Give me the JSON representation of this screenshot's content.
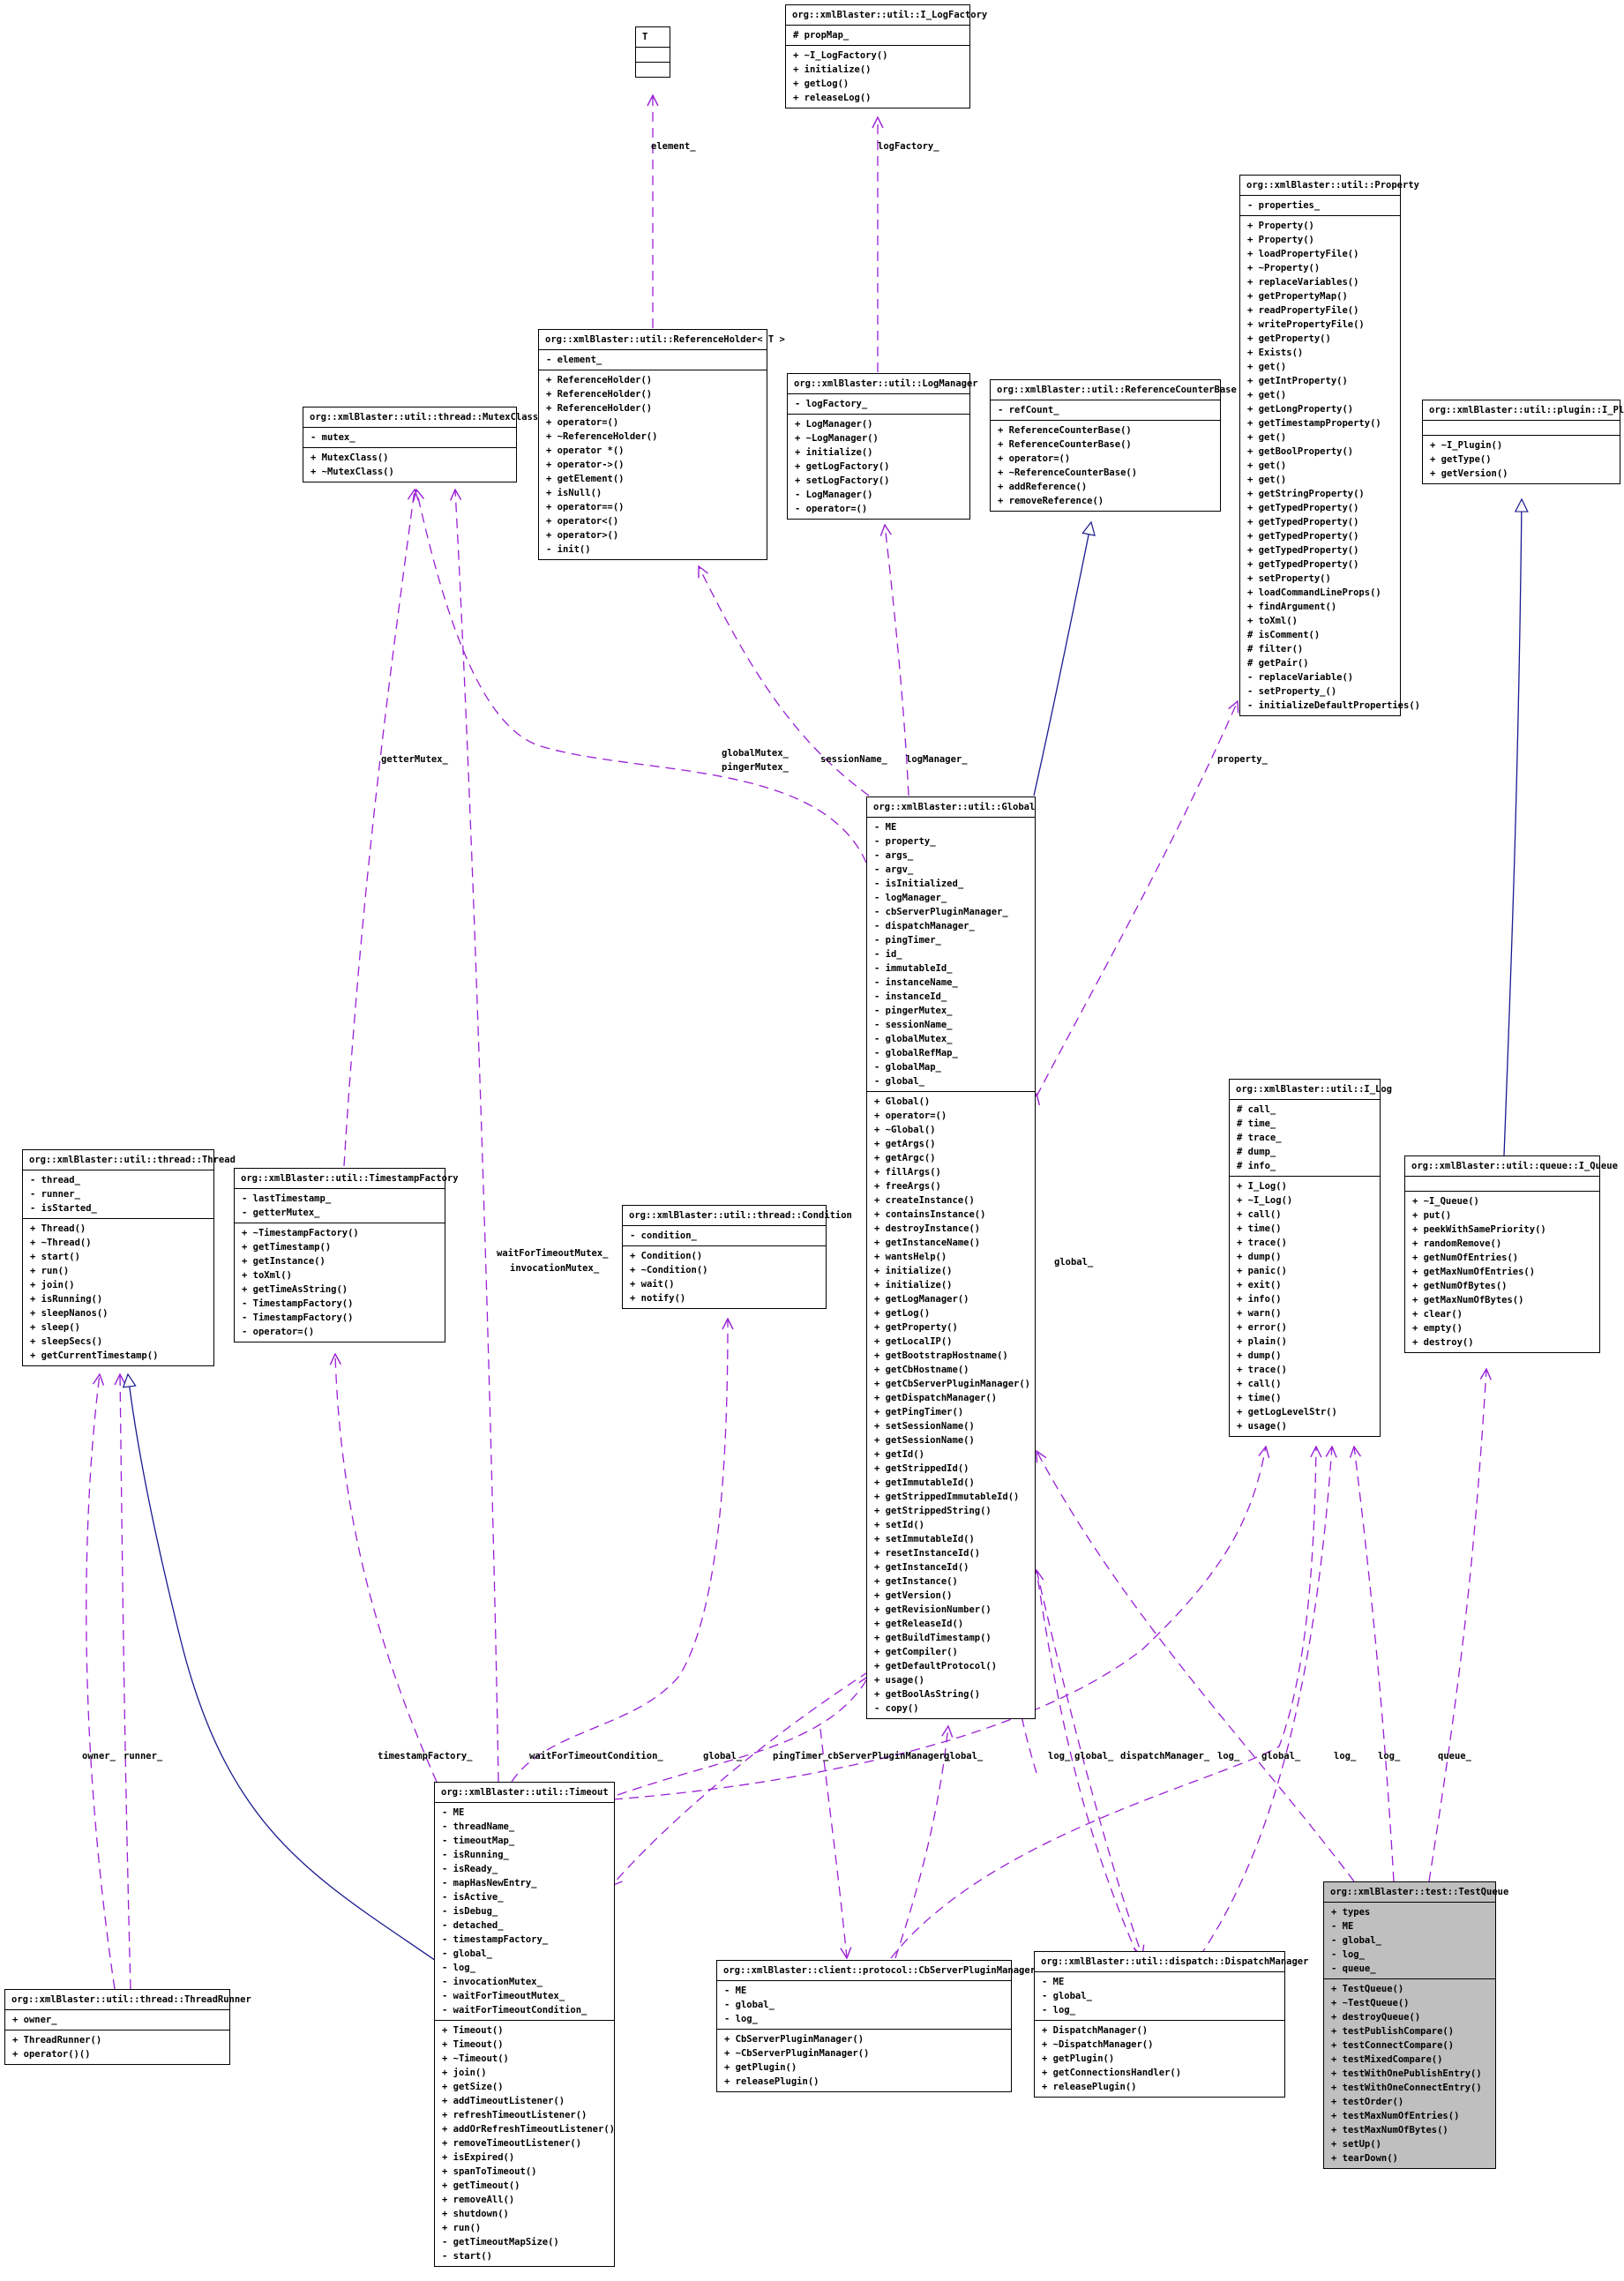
{
  "classes": [
    {
      "id": "T",
      "title": "T",
      "attrs": [],
      "methods": []
    },
    {
      "id": "ilogfactory",
      "title": "org::xmlBlaster::util::I_LogFactory",
      "attrs": [
        "# propMap_"
      ],
      "methods": [
        "+ ~I_LogFactory()",
        "+ initialize()",
        "+ getLog()",
        "+ releaseLog()"
      ]
    },
    {
      "id": "property",
      "title": "org::xmlBlaster::util::Property",
      "attrs": [
        "- properties_"
      ],
      "methods": [
        "+ Property()",
        "+ Property()",
        "+ loadPropertyFile()",
        "+ ~Property()",
        "+ replaceVariables()",
        "+ getPropertyMap()",
        "+ readPropertyFile()",
        "+ writePropertyFile()",
        "+ getProperty()",
        "+ Exists()",
        "+ get()",
        "+ getIntProperty()",
        "+ get()",
        "+ getLongProperty()",
        "+ getTimestampProperty()",
        "+ get()",
        "+ getBoolProperty()",
        "+ get()",
        "+ get()",
        "+ getStringProperty()",
        "+ getTypedProperty()",
        "+ getTypedProperty()",
        "+ getTypedProperty()",
        "+ getTypedProperty()",
        "+ getTypedProperty()",
        "+ setProperty()",
        "+ loadCommandLineProps()",
        "+ findArgument()",
        "+ toXml()",
        "# isComment()",
        "# filter()",
        "# getPair()",
        "- replaceVariable()",
        "- setProperty_()",
        "- initializeDefaultProperties()"
      ]
    },
    {
      "id": "refholder",
      "title": "org::xmlBlaster::util::ReferenceHolder< T >",
      "attrs": [
        "- element_"
      ],
      "methods": [
        "+ ReferenceHolder()",
        "+ ReferenceHolder()",
        "+ ReferenceHolder()",
        "+ operator=()",
        "+ ~ReferenceHolder()",
        "+ operator *()",
        "+ operator->()",
        "+ getElement()",
        "+ isNull()",
        "+ operator==()",
        "+ operator<()",
        "+ operator>()",
        "- init()"
      ]
    },
    {
      "id": "logmanager",
      "title": "org::xmlBlaster::util::LogManager",
      "attrs": [
        "- logFactory_"
      ],
      "methods": [
        "+ LogManager()",
        "+ ~LogManager()",
        "+ initialize()",
        "+ getLogFactory()",
        "+ setLogFactory()",
        "- LogManager()",
        "- operator=()"
      ]
    },
    {
      "id": "refcounter",
      "title": "org::xmlBlaster::util::ReferenceCounterBase",
      "attrs": [
        "- refCount_"
      ],
      "methods": [
        "+ ReferenceCounterBase()",
        "+ ReferenceCounterBase()",
        "+ operator=()",
        "+ ~ReferenceCounterBase()",
        "+ addReference()",
        "+ removeReference()"
      ]
    },
    {
      "id": "mutex",
      "title": "org::xmlBlaster::util::thread::MutexClass",
      "attrs": [
        "- mutex_"
      ],
      "methods": [
        "+ MutexClass()",
        "+ ~MutexClass()"
      ]
    },
    {
      "id": "iplugin",
      "title": "org::xmlBlaster::util::plugin::I_Plugin",
      "attrs": [],
      "methods": [
        "+ ~I_Plugin()",
        "+ getType()",
        "+ getVersion()"
      ]
    },
    {
      "id": "global",
      "title": "org::xmlBlaster::util::Global",
      "attrs": [
        "- ME",
        "- property_",
        "- args_",
        "- argv_",
        "- isInitialized_",
        "- logManager_",
        "- cbServerPluginManager_",
        "- dispatchManager_",
        "- pingTimer_",
        "- id_",
        "- immutableId_",
        "- instanceName_",
        "- instanceId_",
        "- pingerMutex_",
        "- sessionName_",
        "- globalMutex_",
        "- globalRefMap_",
        "- globalMap_",
        "- global_"
      ],
      "methods": [
        "+ Global()",
        "+ operator=()",
        "+ ~Global()",
        "+ getArgs()",
        "+ getArgc()",
        "+ fillArgs()",
        "+ freeArgs()",
        "+ createInstance()",
        "+ containsInstance()",
        "+ destroyInstance()",
        "+ getInstanceName()",
        "+ wantsHelp()",
        "+ initialize()",
        "+ initialize()",
        "+ getLogManager()",
        "+ getLog()",
        "+ getProperty()",
        "+ getLocalIP()",
        "+ getBootstrapHostname()",
        "+ getCbHostname()",
        "+ getCbServerPluginManager()",
        "+ getDispatchManager()",
        "+ getPingTimer()",
        "+ setSessionName()",
        "+ getSessionName()",
        "+ getId()",
        "+ getStrippedId()",
        "+ getImmutableId()",
        "+ getStrippedImmutableId()",
        "+ getStrippedString()",
        "+ setId()",
        "+ setImmutableId()",
        "+ resetInstanceId()",
        "+ getInstanceId()",
        "+ getInstance()",
        "+ getVersion()",
        "+ getRevisionNumber()",
        "+ getReleaseId()",
        "+ getBuildTimestamp()",
        "+ getCompiler()",
        "+ getDefaultProtocol()",
        "+ usage()",
        "+ getBoolAsString()",
        "- copy()"
      ]
    },
    {
      "id": "ilog",
      "title": "org::xmlBlaster::util::I_Log",
      "attrs": [
        "# call_",
        "# time_",
        "# trace_",
        "# dump_",
        "# info_"
      ],
      "methods": [
        "+ I_Log()",
        "+ ~I_Log()",
        "+ call()",
        "+ time()",
        "+ trace()",
        "+ dump()",
        "+ panic()",
        "+ exit()",
        "+ info()",
        "+ warn()",
        "+ error()",
        "+ plain()",
        "+ dump()",
        "+ trace()",
        "+ call()",
        "+ time()",
        "+ getLogLevelStr()",
        "+ usage()"
      ]
    },
    {
      "id": "iqueue",
      "title": "org::xmlBlaster::util::queue::I_Queue",
      "attrs": [],
      "methods": [
        "+ ~I_Queue()",
        "+ put()",
        "+ peekWithSamePriority()",
        "+ randomRemove()",
        "+ getNumOfEntries()",
        "+ getMaxNumOfEntries()",
        "+ getNumOfBytes()",
        "+ getMaxNumOfBytes()",
        "+ clear()",
        "+ empty()",
        "+ destroy()"
      ]
    },
    {
      "id": "thread",
      "title": "org::xmlBlaster::util::thread::Thread",
      "attrs": [
        "- thread_",
        "- runner_",
        "- isStarted_"
      ],
      "methods": [
        "+ Thread()",
        "+ ~Thread()",
        "+ start()",
        "+ run()",
        "+ join()",
        "+ isRunning()",
        "+ sleepNanos()",
        "+ sleep()",
        "+ sleepSecs()",
        "+ getCurrentTimestamp()"
      ]
    },
    {
      "id": "tsfactory",
      "title": "org::xmlBlaster::util::TimestampFactory",
      "attrs": [
        "- lastTimestamp_",
        "- getterMutex_"
      ],
      "methods": [
        "+ ~TimestampFactory()",
        "+ getTimestamp()",
        "+ getInstance()",
        "+ toXml()",
        "+ getTimeAsString()",
        "- TimestampFactory()",
        "- TimestampFactory()",
        "- operator=()"
      ]
    },
    {
      "id": "condition",
      "title": "org::xmlBlaster::util::thread::Condition",
      "attrs": [
        "- condition_"
      ],
      "methods": [
        "+ Condition()",
        "+ ~Condition()",
        "+ wait()",
        "+ notify()"
      ]
    },
    {
      "id": "timeout",
      "title": "org::xmlBlaster::util::Timeout",
      "attrs": [
        "- ME",
        "- threadName_",
        "- timeoutMap_",
        "- isRunning_",
        "- isReady_",
        "- mapHasNewEntry_",
        "- isActive_",
        "- isDebug_",
        "- detached_",
        "- timestampFactory_",
        "- global_",
        "- log_",
        "- invocationMutex_",
        "- waitForTimeoutMutex_",
        "- waitForTimeoutCondition_"
      ],
      "methods": [
        "+ Timeout()",
        "+ Timeout()",
        "+ ~Timeout()",
        "+ join()",
        "+ getSize()",
        "+ addTimeoutListener()",
        "+ refreshTimeoutListener()",
        "+ addOrRefreshTimeoutListener()",
        "+ removeTimeoutListener()",
        "+ isExpired()",
        "+ spanToTimeout()",
        "+ getTimeout()",
        "+ removeAll()",
        "+ shutdown()",
        "+ run()",
        "- getTimeoutMapSize()",
        "- start()"
      ]
    },
    {
      "id": "threadrunner",
      "title": "org::xmlBlaster::util::thread::ThreadRunner",
      "attrs": [
        "+ owner_"
      ],
      "methods": [
        "+ ThreadRunner()",
        "+ operator()()"
      ]
    },
    {
      "id": "cbserver",
      "title": "org::xmlBlaster::client::protocol::CbServerPluginManager",
      "attrs": [
        "- ME",
        "- global_",
        "- log_"
      ],
      "methods": [
        "+ CbServerPluginManager()",
        "+ ~CbServerPluginManager()",
        "+ getPlugin()",
        "+ releasePlugin()"
      ]
    },
    {
      "id": "dispatch",
      "title": "org::xmlBlaster::util::dispatch::DispatchManager",
      "attrs": [
        "- ME",
        "- global_",
        "- log_"
      ],
      "methods": [
        "+ DispatchManager()",
        "+ ~DispatchManager()",
        "+ getPlugin()",
        "+ getConnectionsHandler()",
        "+ releasePlugin()"
      ]
    },
    {
      "id": "testqueue",
      "title": "org::xmlBlaster::test::TestQueue",
      "attrs": [
        "+ types",
        "- ME",
        "- global_",
        "- log_",
        "- queue_"
      ],
      "methods": [
        "+ TestQueue()",
        "+ ~TestQueue()",
        "+ destroyQueue()",
        "+ testPublishCompare()",
        "+ testConnectCompare()",
        "+ testMixedCompare()",
        "+ testWithOnePublishEntry()",
        "+ testWithOneConnectEntry()",
        "+ testOrder()",
        "+ testMaxNumOfEntries()",
        "+ testMaxNumOfBytes()",
        "+ setUp()",
        "+ tearDown()"
      ]
    }
  ],
  "edge_labels": [
    {
      "id": "l-element",
      "text": "element_"
    },
    {
      "id": "l-logfactory",
      "text": "logFactory_"
    },
    {
      "id": "l-gettermutex",
      "text": "getterMutex_"
    },
    {
      "id": "l-globalmutex",
      "text": "globalMutex_"
    },
    {
      "id": "l-pingermutex",
      "text": "pingerMutex_"
    },
    {
      "id": "l-sessionname",
      "text": "sessionName_"
    },
    {
      "id": "l-logmanager",
      "text": "logManager_"
    },
    {
      "id": "l-property",
      "text": "property_"
    },
    {
      "id": "l-global-main",
      "text": "global_"
    },
    {
      "id": "l-waitmutex",
      "text": "waitForTimeoutMutex_"
    },
    {
      "id": "l-invmutex",
      "text": "invocationMutex_"
    },
    {
      "id": "l-owner",
      "text": "owner_"
    },
    {
      "id": "l-runner",
      "text": "runner_"
    },
    {
      "id": "l-tsfactory",
      "text": "timestampFactory_"
    },
    {
      "id": "l-waitcond",
      "text": "waitForTimeoutCondition_"
    },
    {
      "id": "l-global-t",
      "text": "global_"
    },
    {
      "id": "l-pingtimer",
      "text": "pingTimer_"
    },
    {
      "id": "l-cbspm",
      "text": "cbServerPluginManager_"
    },
    {
      "id": "l-global-cb",
      "text": "global_"
    },
    {
      "id": "l-log-d",
      "text": "log_"
    },
    {
      "id": "l-global-d",
      "text": "global_"
    },
    {
      "id": "l-dispatchmgr",
      "text": "dispatchManager_"
    },
    {
      "id": "l-log-t",
      "text": "log_"
    },
    {
      "id": "l-global-tq",
      "text": "global_"
    },
    {
      "id": "l-log-cb",
      "text": "log_"
    },
    {
      "id": "l-log-tq",
      "text": "log_"
    },
    {
      "id": "l-queue",
      "text": "queue_"
    }
  ],
  "colors": {
    "usage_edge": "#9a1fd6",
    "inherit_edge": "#1a1a8f",
    "highlight_fill": "#bfbfbf"
  }
}
